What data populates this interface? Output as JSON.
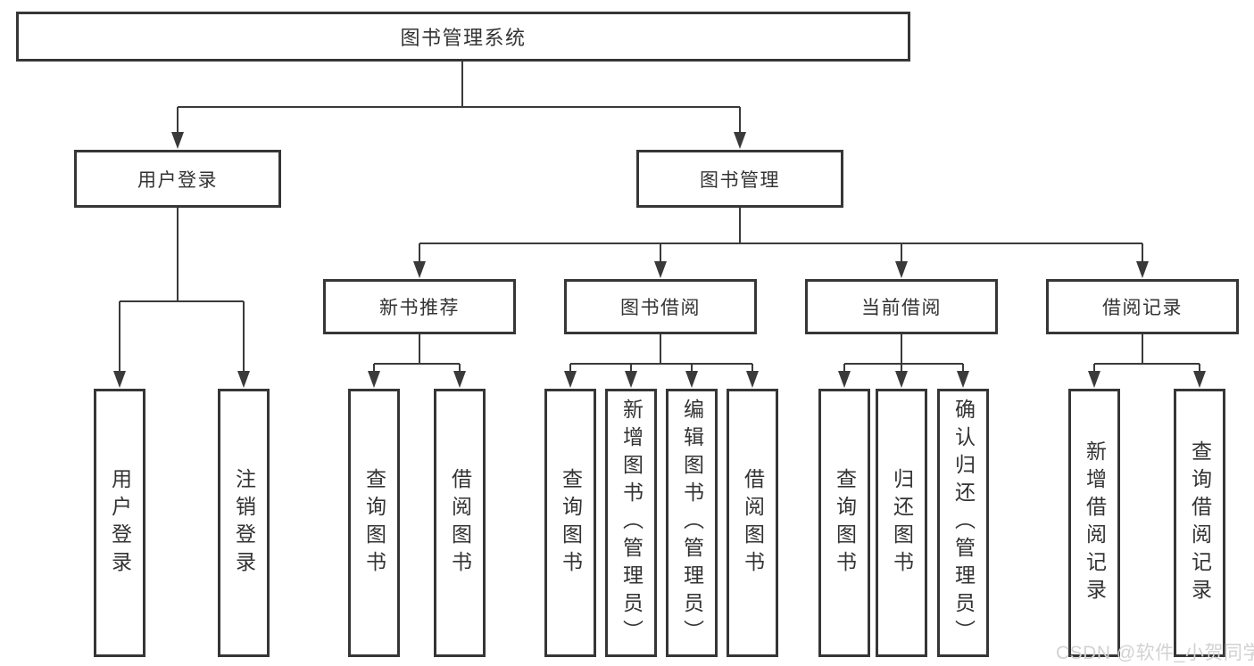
{
  "tree": {
    "label": "图书管理系统",
    "children": [
      {
        "label": "用户登录",
        "children": [
          {
            "label": "用户登录"
          },
          {
            "label": "注销登录"
          }
        ]
      },
      {
        "label": "图书管理",
        "children": [
          {
            "label": "新书推荐",
            "children": [
              {
                "label": "查询图书"
              },
              {
                "label": "借阅图书"
              }
            ]
          },
          {
            "label": "图书借阅",
            "children": [
              {
                "label": "查询图书"
              },
              {
                "label": "新增图书（管理员）"
              },
              {
                "label": "编辑图书（管理员）"
              },
              {
                "label": "借阅图书"
              }
            ]
          },
          {
            "label": "当前借阅",
            "children": [
              {
                "label": "查询图书"
              },
              {
                "label": "归还图书"
              },
              {
                "label": "确认归还（管理员）"
              }
            ]
          },
          {
            "label": "借阅记录",
            "children": [
              {
                "label": "新增借阅记录"
              },
              {
                "label": "查询借阅记录"
              }
            ]
          }
        ]
      }
    ]
  },
  "watermark": {
    "text": "CSDN @软件_小贺同学"
  },
  "colors": {
    "line": "#3a3a3a",
    "box_border": "#363636",
    "text": "#333333",
    "background": "#ffffff",
    "watermark": "#d2d2d2"
  }
}
